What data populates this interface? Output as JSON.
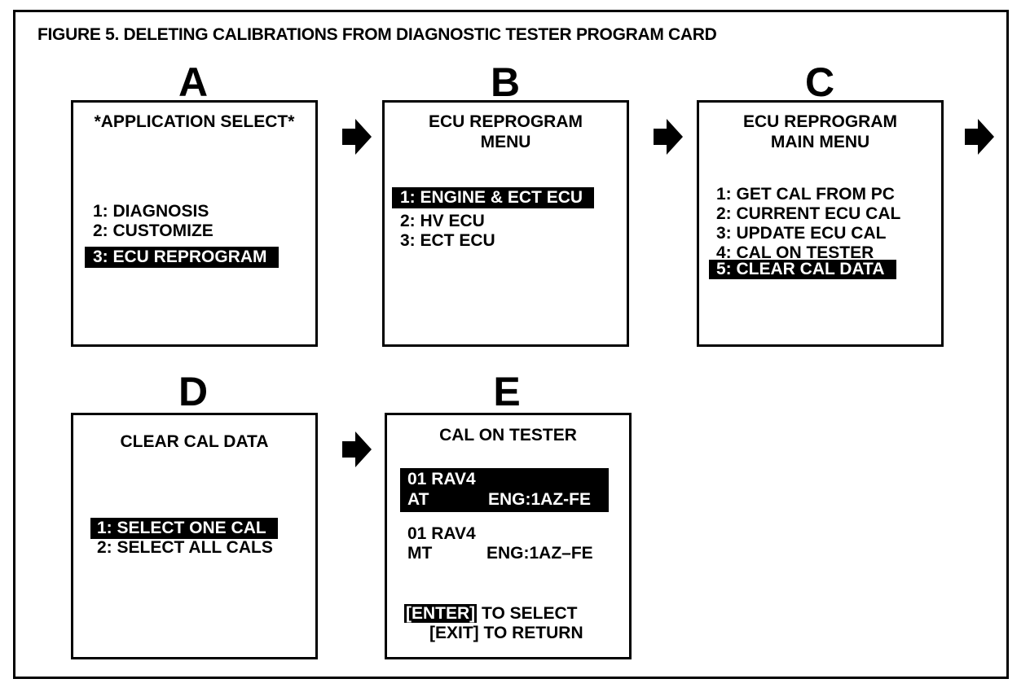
{
  "figure": {
    "title": "FIGURE 5.  DELETING CALIBRATIONS FROM DIAGNOSTIC TESTER PROGRAM CARD"
  },
  "panels": {
    "A": {
      "letter": "A",
      "title": "*APPLICATION SELECT*",
      "items": [
        "1:  DIAGNOSIS",
        "2:  CUSTOMIZE",
        "3:  ECU REPROGRAM"
      ],
      "selected_index": 2
    },
    "B": {
      "letter": "B",
      "title_line1": "ECU REPROGRAM",
      "title_line2": "MENU",
      "items": [
        "1:  ENGINE & ECT ECU",
        "2:  HV ECU",
        "3:  ECT ECU"
      ],
      "selected_index": 0
    },
    "C": {
      "letter": "C",
      "title_line1": "ECU REPROGRAM",
      "title_line2": "MAIN MENU",
      "items": [
        "1:  GET CAL FROM PC",
        "2:  CURRENT ECU CAL",
        "3:  UPDATE ECU CAL",
        "4:  CAL ON TESTER",
        "5:  CLEAR CAL DATA"
      ],
      "selected_index": 4
    },
    "D": {
      "letter": "D",
      "title": "CLEAR CAL DATA",
      "items": [
        "1: SELECT ONE CAL",
        "2: SELECT ALL CALS"
      ],
      "selected_index": 0
    },
    "E": {
      "letter": "E",
      "title": "CAL ON TESTER",
      "entries": [
        {
          "model": "01 RAV4",
          "trans": "AT",
          "engine": "ENG:1AZ-FE"
        },
        {
          "model": "01 RAV4",
          "trans": "MT",
          "engine": "ENG:1AZ–FE"
        }
      ],
      "selected_index": 0,
      "enter_key": "[ENTER]",
      "enter_text": " TO SELECT",
      "exit_text": "[EXIT] TO RETURN"
    }
  },
  "icons": {
    "arrow": "right-arrow-icon",
    "color": "#000000"
  }
}
